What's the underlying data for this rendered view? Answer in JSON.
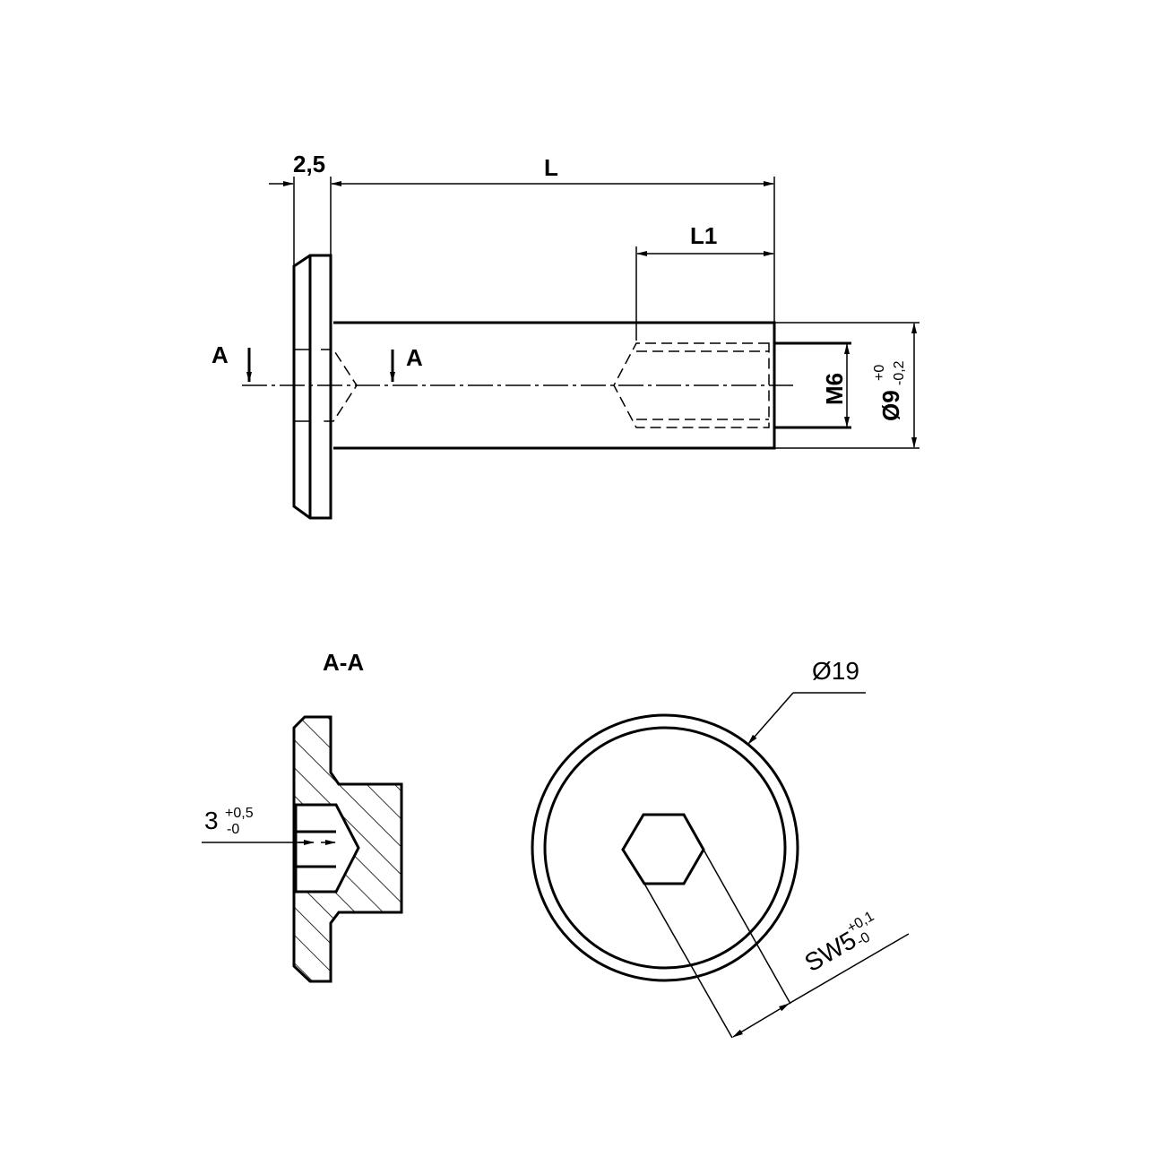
{
  "side_view": {
    "dim_head_thickness": "2,5",
    "dim_length": "L",
    "dim_thread_length": "L1",
    "dim_thread": "M6",
    "dim_shank_diameter": "Ø9",
    "shank_tol_upper": "+0",
    "shank_tol_lower": "-0,2",
    "section_mark_left": "A",
    "section_mark_right": "A"
  },
  "section_view": {
    "title": "A-A",
    "dim_socket_depth": "3",
    "socket_tol_upper": "+0,5",
    "socket_tol_lower": "-0"
  },
  "front_view": {
    "dim_head_diameter": "Ø19",
    "dim_hex": "SW5",
    "hex_tol_upper": "+0,1",
    "hex_tol_lower": "-0"
  }
}
